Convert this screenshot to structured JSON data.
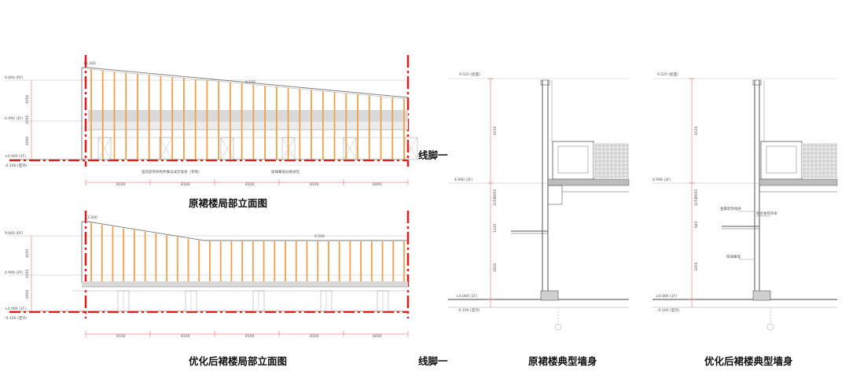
{
  "captions": {
    "orig_elevation": "原裙楼局部立面图",
    "opt_elevation": "优化后裙楼局部立面图",
    "orig_wall": "原裙楼典型墙身",
    "opt_wall": "优化后裙楼典型墙身",
    "baseline_1": "线脚一",
    "baseline_2": "线脚一"
  },
  "elevation_top": {
    "levels": [
      "9.060 (RF)",
      "4.990 (2F)",
      "±0.000 (1F)",
      "-0.100 (室外)"
    ],
    "top_mark": "13.300",
    "roof_span": "9.500",
    "vertical_dims": [
      "4050",
      "1050",
      "4990"
    ],
    "notes": [
      "竖向装饰条构件做法详见墙身（参照）",
      "玻璃幕墙分格详见"
    ],
    "bay_dims": [
      "8100",
      "8100",
      "8100",
      "8100",
      "8400"
    ]
  },
  "elevation_bottom": {
    "levels": [
      "9.060 (RF)",
      "4.990 (2F)",
      "±0.000 (1F)",
      "-0.100 (室外)"
    ],
    "top_mark": "13.300",
    "roof_span": "9.500",
    "vertical_dims": [
      "4050",
      "1050",
      "4990"
    ],
    "bay_dims": [
      "8100",
      "8100",
      "8100",
      "8100",
      "8400"
    ]
  },
  "wall_orig": {
    "levels": [
      "9.520 (屋面)",
      "4.990 (2F)",
      "±0.000 (1F)",
      "-0.100 (室外)"
    ],
    "dims": [
      "4530",
      "9950",
      "1050",
      "1140",
      "2800"
    ]
  },
  "wall_opt": {
    "levels": [
      "9.520 (屋面)",
      "4.990 (2F)",
      "±0.000 (1F)",
      "-0.100 (室外)"
    ],
    "dims": [
      "4530",
      "9950",
      "1050",
      "940",
      "3000"
    ],
    "notes": [
      "金属装饰线条",
      "铝合金装饰条",
      "玻璃幕墙"
    ]
  },
  "colors": {
    "axis_red": "#e31a1a",
    "mullion_orange": "#f0a04b",
    "dim_red": "#e05555",
    "line_gray": "#777777"
  }
}
